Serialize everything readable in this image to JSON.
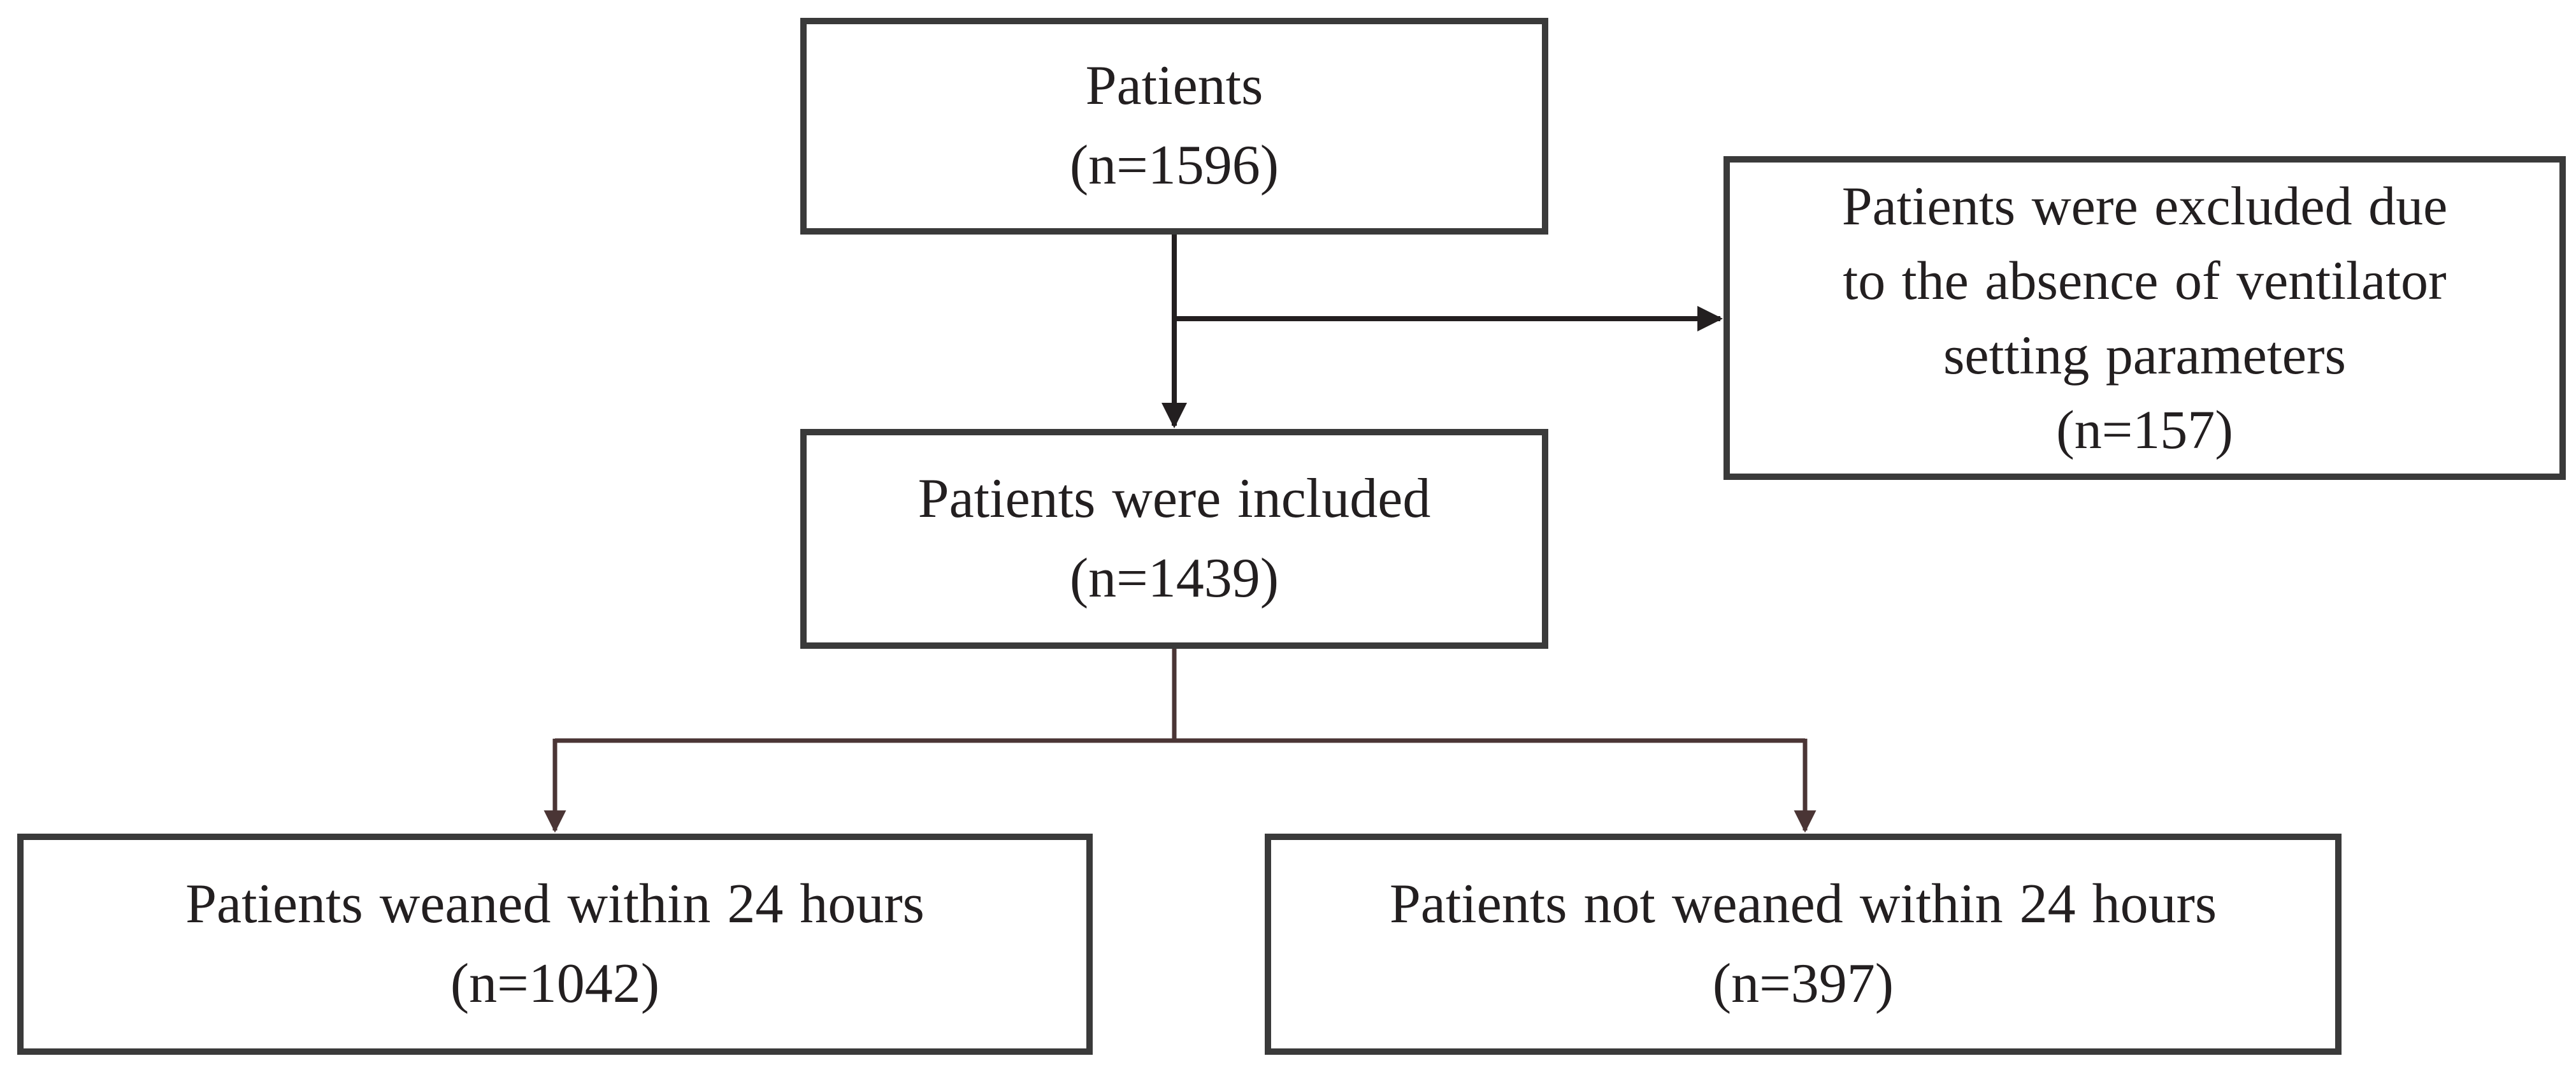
{
  "diagram": {
    "nodes": [
      {
        "id": "patients",
        "lines": [
          "Patients",
          "(n=1596)"
        ]
      },
      {
        "id": "excluded",
        "lines": [
          "Patients were excluded due",
          "to the absence of ventilator",
          "setting parameters",
          "(n=157)"
        ]
      },
      {
        "id": "included",
        "lines": [
          "Patients were included",
          "(n=1439)"
        ]
      },
      {
        "id": "weaned",
        "lines": [
          "Patients weaned within 24 hours",
          "(n=1042)"
        ]
      },
      {
        "id": "not_weaned",
        "lines": [
          "Patients not weaned within 24 hours",
          "(n=397)"
        ]
      }
    ],
    "edges": [
      {
        "from": "patients",
        "to": "included"
      },
      {
        "from": "patients",
        "to": "excluded"
      },
      {
        "from": "included",
        "to": "weaned"
      },
      {
        "from": "included",
        "to": "not_weaned"
      }
    ],
    "colors": {
      "box_border": "#3a3a3a",
      "text": "#231f20",
      "connector_top": "#231f20",
      "connector_bottom": "#4a3535"
    }
  }
}
